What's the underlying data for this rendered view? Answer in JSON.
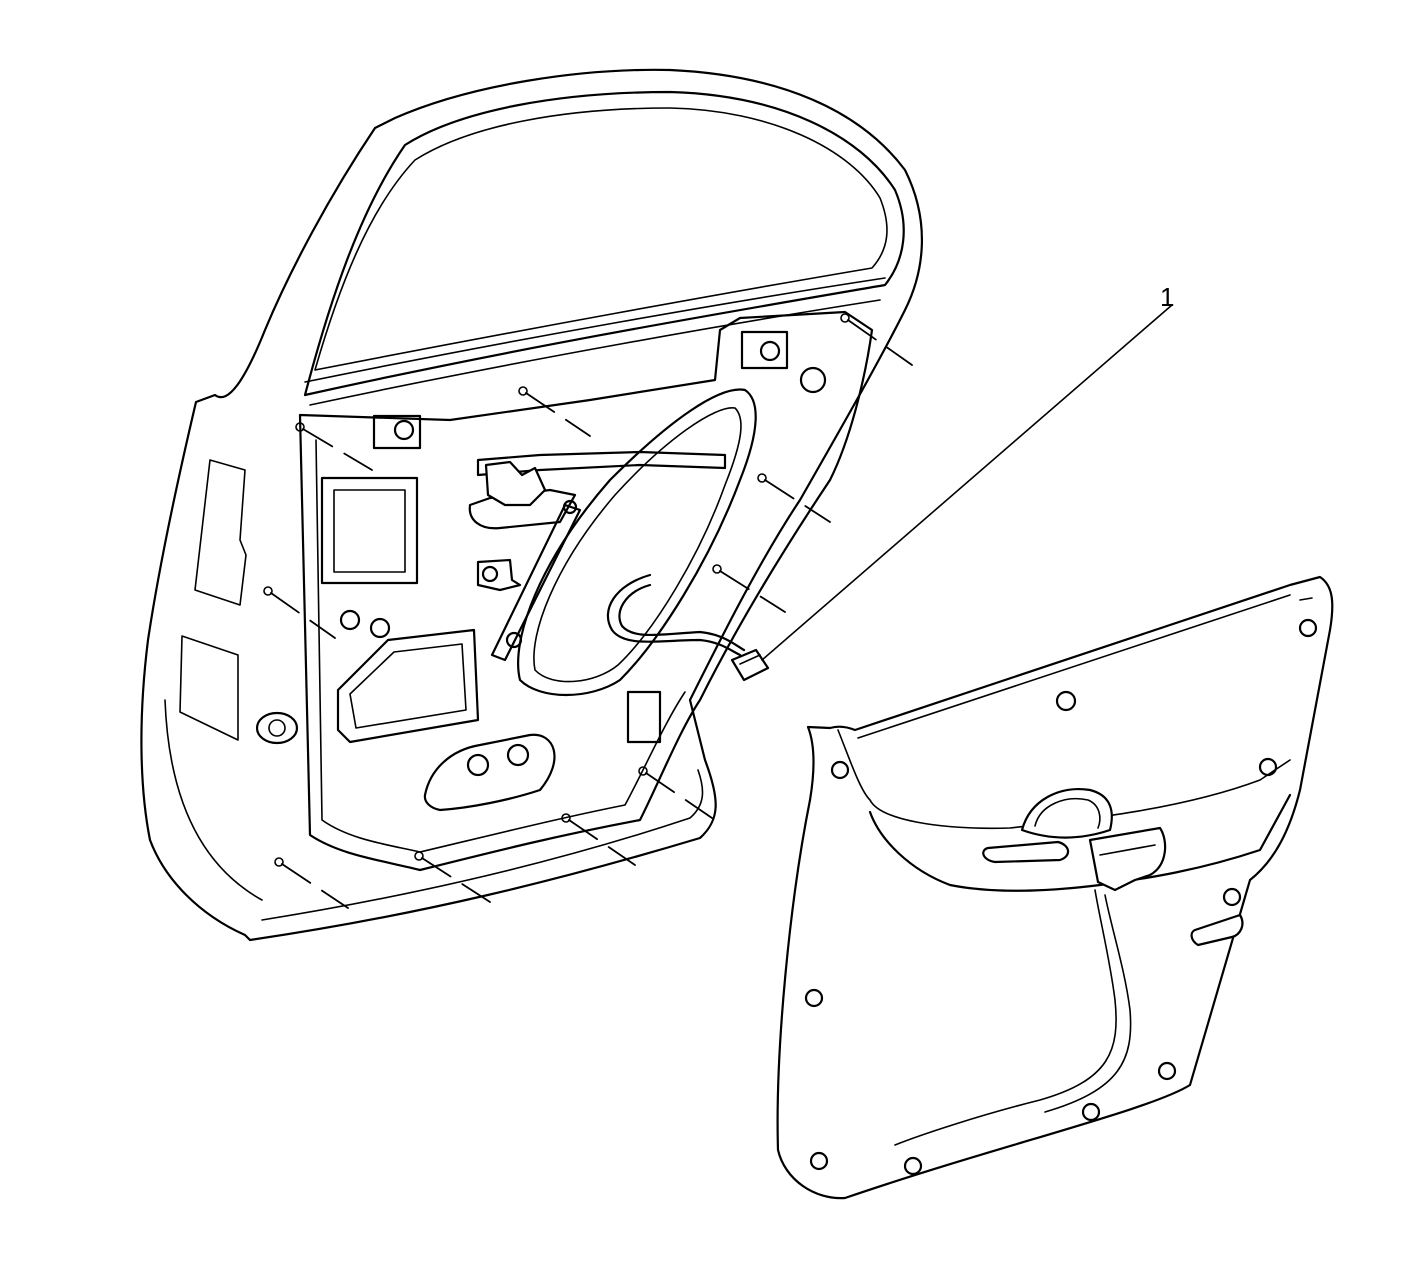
{
  "diagram": {
    "callouts": [
      {
        "id": "callout-1",
        "label": "1"
      }
    ],
    "parts": [
      "door-frame",
      "door-trim-panel",
      "wiring-harness-connector"
    ]
  }
}
